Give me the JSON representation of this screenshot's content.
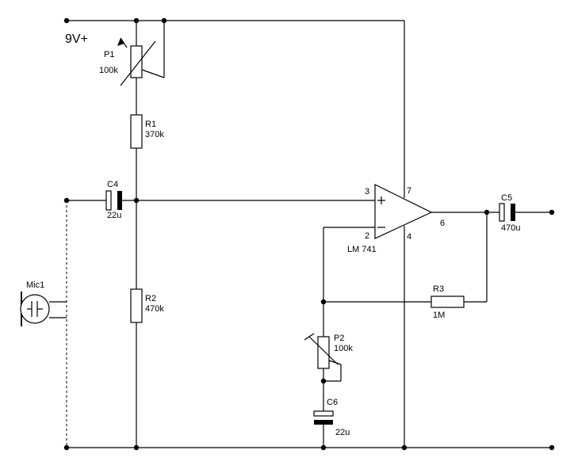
{
  "supply": {
    "label": "9V+"
  },
  "components": {
    "p1": {
      "ref": "P1",
      "value": "100k"
    },
    "r1": {
      "ref": "R1",
      "value": "370k"
    },
    "c4": {
      "ref": "C4",
      "value": "22u"
    },
    "r2": {
      "ref": "R2",
      "value": "470k"
    },
    "mic1": {
      "ref": "Mic1"
    },
    "opamp": {
      "ref": "LM 741",
      "pins": {
        "noninv": "3",
        "inv": "2",
        "vplus": "7",
        "vminus": "4",
        "out": "6"
      }
    },
    "c5": {
      "ref": "C5",
      "value": "470u"
    },
    "r3": {
      "ref": "R3",
      "value": "1M"
    },
    "p2": {
      "ref": "P2",
      "value": "100k"
    },
    "c6": {
      "ref": "C6",
      "value": "22u"
    }
  }
}
